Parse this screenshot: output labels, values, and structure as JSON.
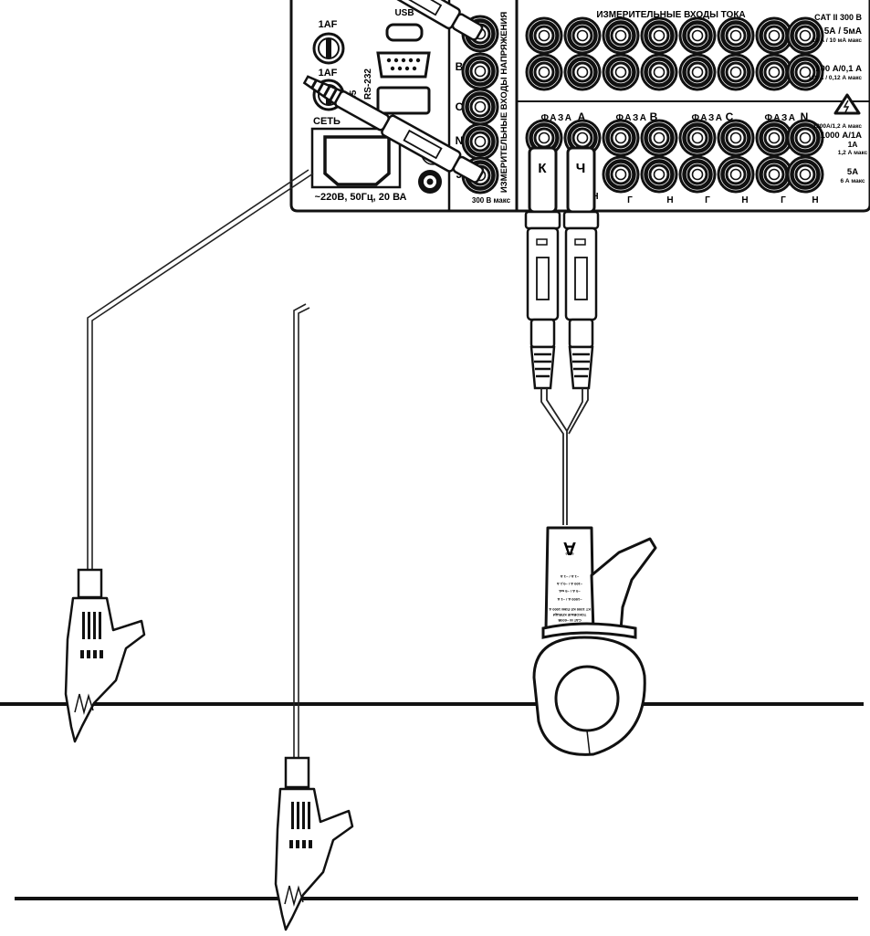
{
  "colors": {
    "ink": "#111111",
    "paper": "#ffffff",
    "panel_line": "#1a1a1a",
    "wire": "#222222",
    "busbar": "#111111"
  },
  "panel": {
    "fuse1_label": "1AF",
    "fuse2_label": "1AF",
    "usb_label": "USB",
    "rs232_label": "RS-232",
    "rs485_label": "485",
    "mains_label": "СЕТЬ",
    "power_rating": "~220В, 50Гц, 20 ВА",
    "ground_icon": "ground-icon",
    "voltage_inputs_title": "ИЗМЕРИТЕЛЬНЫЕ ВХОДЫ НАПРЯЖЕНИЯ",
    "voltage_channels": [
      "A",
      "B",
      "C",
      "N",
      "J"
    ],
    "voltage_max": "300 В макс",
    "current_inputs_title": "ИЗМЕРИТЕЛЬНЫЕ ВХОДЫ ТОКА",
    "cat_rating": "CAT II 300 В",
    "range_top_main": "5А / 5мА",
    "range_top_sub": "10 А / 10 мА макс",
    "range_mid_main": "100 А/0,1 А",
    "range_mid_sub": "120 А / 0,12 А макс",
    "range_low1_sub": "1200А/1,2 А макс",
    "range_low1_main": "1000 А/1А",
    "range_low1_main2": "1А",
    "range_low1_sub2": "1,2 А макс",
    "range_low2_main": "5А",
    "range_low2_sub": "6 А макс",
    "phase_word": "ФАЗА",
    "phases": [
      "A",
      "B",
      "C",
      "N"
    ],
    "terminal_labels": [
      "Г",
      "Н"
    ],
    "warning_icon": "warning-triangle-icon"
  },
  "probe": {
    "left_plug": "К",
    "right_plug": "Ч"
  },
  "clamp": {
    "letter": "А",
    "marking_lines": [
      "CAT III ~600В",
      "ТОКОВЫЕ КЛЕЩИ",
      "КТ 1000 КЛ ПЭМ 1000 А",
      "~1000 А / ~1 А",
      "~5 А / ~5 мА",
      "~100 А / ~0,1 А",
      "~1 А / ~1 А"
    ],
    "small_text": "0000"
  }
}
